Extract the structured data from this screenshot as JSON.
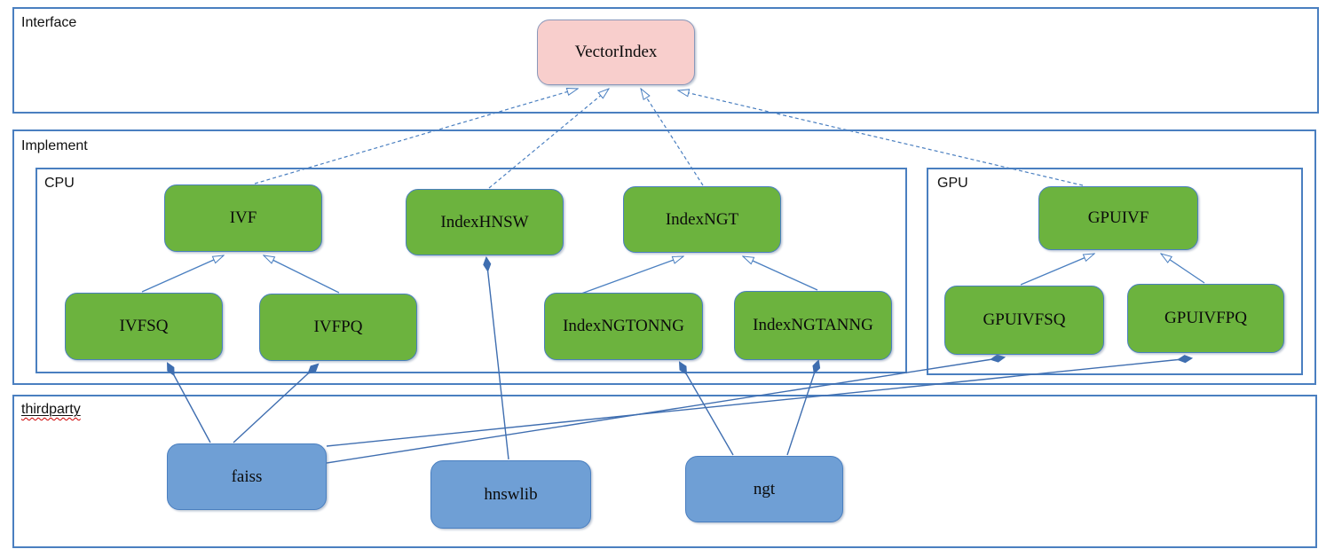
{
  "sections": {
    "interface": {
      "label": "Interface"
    },
    "implement": {
      "label": "Implement"
    },
    "cpu": {
      "label": "CPU"
    },
    "gpu": {
      "label": "GPU"
    },
    "thirdparty": {
      "label": "thirdparty"
    }
  },
  "nodes": {
    "vectorindex": {
      "label": "VectorIndex",
      "kind": "interface"
    },
    "ivf": {
      "label": "IVF",
      "kind": "cpu-class"
    },
    "indexhnsw": {
      "label": "IndexHNSW",
      "kind": "cpu-class"
    },
    "indexngt": {
      "label": "IndexNGT",
      "kind": "cpu-class"
    },
    "ivfsq": {
      "label": "IVFSQ",
      "kind": "cpu-class"
    },
    "ivfpq": {
      "label": "IVFPQ",
      "kind": "cpu-class"
    },
    "indexngtonng": {
      "label": "IndexNGTONNG",
      "kind": "cpu-class"
    },
    "indexngtanng": {
      "label": "IndexNGTANNG",
      "kind": "cpu-class"
    },
    "gpuivf": {
      "label": "GPUIVF",
      "kind": "gpu-class"
    },
    "gpuivfsq": {
      "label": "GPUIVFSQ",
      "kind": "gpu-class"
    },
    "gpuivfpq": {
      "label": "GPUIVFPQ",
      "kind": "gpu-class"
    },
    "faiss": {
      "label": "faiss",
      "kind": "thirdparty-lib"
    },
    "hnswlib": {
      "label": "hnswlib",
      "kind": "thirdparty-lib"
    },
    "ngt": {
      "label": "ngt",
      "kind": "thirdparty-lib"
    }
  },
  "edges": [
    {
      "from": "IVF",
      "to": "VectorIndex",
      "type": "realization"
    },
    {
      "from": "IndexHNSW",
      "to": "VectorIndex",
      "type": "realization"
    },
    {
      "from": "IndexNGT",
      "to": "VectorIndex",
      "type": "realization"
    },
    {
      "from": "GPUIVF",
      "to": "VectorIndex",
      "type": "realization"
    },
    {
      "from": "IVFSQ",
      "to": "IVF",
      "type": "inheritance"
    },
    {
      "from": "IVFPQ",
      "to": "IVF",
      "type": "inheritance"
    },
    {
      "from": "IndexNGTONNG",
      "to": "IndexNGT",
      "type": "inheritance"
    },
    {
      "from": "IndexNGTANNG",
      "to": "IndexNGT",
      "type": "inheritance"
    },
    {
      "from": "GPUIVFSQ",
      "to": "GPUIVF",
      "type": "inheritance"
    },
    {
      "from": "GPUIVFPQ",
      "to": "GPUIVF",
      "type": "inheritance"
    },
    {
      "from": "faiss",
      "to": "IVFSQ",
      "type": "composition"
    },
    {
      "from": "faiss",
      "to": "IVFPQ",
      "type": "composition"
    },
    {
      "from": "faiss",
      "to": "GPUIVFSQ",
      "type": "composition"
    },
    {
      "from": "faiss",
      "to": "GPUIVFPQ",
      "type": "composition"
    },
    {
      "from": "hnswlib",
      "to": "IndexHNSW",
      "type": "composition"
    },
    {
      "from": "ngt",
      "to": "IndexNGTONNG",
      "type": "composition"
    },
    {
      "from": "ngt",
      "to": "IndexNGTANNG",
      "type": "composition"
    }
  ],
  "colors": {
    "container_border": "#4a7fc0",
    "class_green": "#6cb33e",
    "interface_pink": "#f8cecc",
    "library_blue": "#6f9fd5",
    "connector_blue": "#4a7fc0",
    "spellcheck_red": "#cc0000"
  }
}
